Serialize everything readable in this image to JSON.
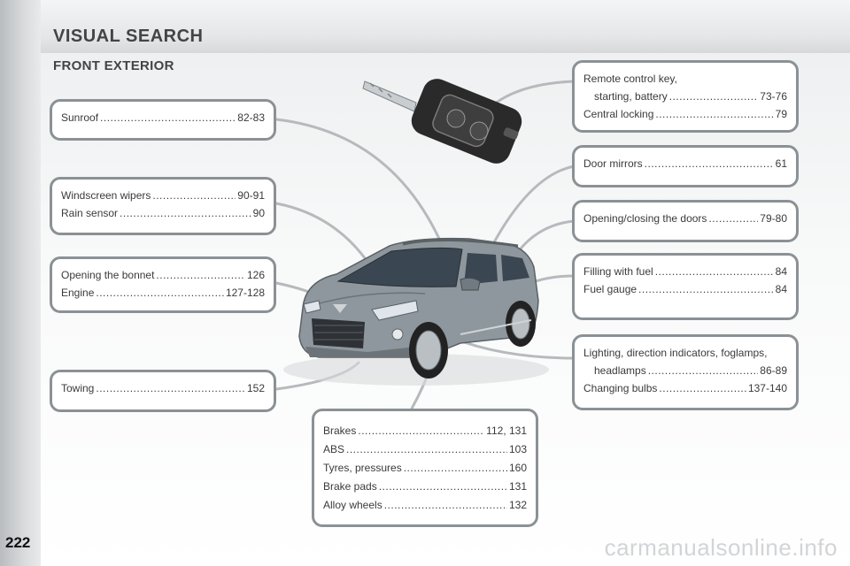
{
  "page_number": "222",
  "title": "VISUAL SEARCH",
  "section_title": "FRONT EXTERIOR",
  "boxes": {
    "sunroof": {
      "items": [
        {
          "label": "Sunroof",
          "pages": "82-83"
        }
      ]
    },
    "wipers": {
      "items": [
        {
          "label": "Windscreen wipers",
          "pages": "90-91"
        },
        {
          "label": "Rain sensor",
          "pages": "90"
        }
      ]
    },
    "bonnet": {
      "items": [
        {
          "label": "Opening the bonnet",
          "pages": "126"
        },
        {
          "label": "Engine",
          "pages": "127-128"
        }
      ]
    },
    "towing": {
      "items": [
        {
          "label": "Towing",
          "pages": "152"
        }
      ]
    },
    "remote": {
      "line1": "Remote control key,",
      "line2": "starting, battery",
      "line2_pages": "73-76",
      "items": [
        {
          "label": "Central locking",
          "pages": "79"
        }
      ]
    },
    "mirrors": {
      "items": [
        {
          "label": "Door mirrors",
          "pages": "61"
        }
      ]
    },
    "doors": {
      "items": [
        {
          "label": "Opening/closing the doors",
          "pages": "79-80"
        }
      ]
    },
    "fuel": {
      "items": [
        {
          "label": "Filling with fuel",
          "pages": "84"
        },
        {
          "label": "Fuel gauge",
          "pages": "84"
        }
      ]
    },
    "lighting": {
      "line1": "Lighting, direction indicators, foglamps,",
      "line2": "headlamps",
      "line2_pages": "86-89",
      "items": [
        {
          "label": "Changing bulbs",
          "pages": "137-140"
        }
      ]
    },
    "brakes": {
      "items": [
        {
          "label": "Brakes",
          "pages": "112, 131"
        },
        {
          "label": "ABS",
          "pages": "103"
        },
        {
          "label": "Tyres, pressures",
          "pages": "160"
        },
        {
          "label": "Brake pads",
          "pages": "131"
        },
        {
          "label": "Alloy wheels",
          "pages": "132"
        }
      ]
    }
  },
  "watermark": "carmanualsonline.info",
  "colors": {
    "box_border": "#8b9194",
    "car_body": "#8e979d",
    "key_body": "#2a2a2a"
  },
  "illustrations": {
    "car": "suv-front-three-quarter",
    "key": "remote-flip-key"
  }
}
